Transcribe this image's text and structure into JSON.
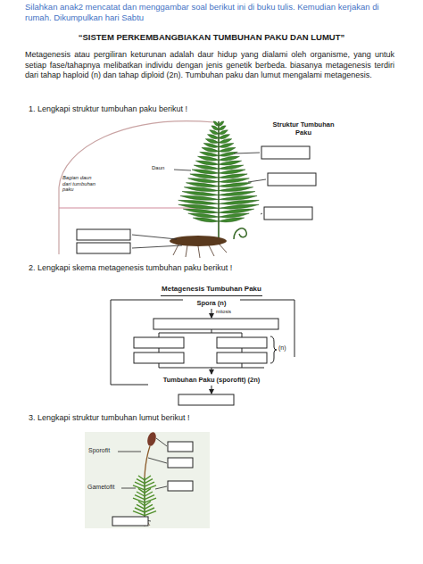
{
  "diagram": {
    "title": "“SISTEM PERKEMBANGBIAKAN TUMBUHAN PAKU DAN LUMUT”",
    "labels": [
      "Silahkan anak2 mencatat dan menggambar soal berikut ini di buku tulis. Kemudian kerjakan di rumah. Dikumpulkan hari Sabtu",
      "Metagenesis atau pergiliran keturunan adalah daur hidup yang dialami oleh organisme, yang untuk setiap fase/tahapnya melibatkan individu dengan jenis genetik berbeda. biasanya metagenesis terdiri dari tahap haploid (n) dan tahap diploid (2n). Tumbuhan paku dan lumut mengalami metagenesis.",
      "1. Lengkapi struktur tumbuhan paku berikut !",
      "Struktur Tumbuhan Paku",
      "Daun",
      "Bagian daun dari tumbuhan paku",
      "2. Lengkapi skema metagenesis tumbuhan paku berikut !",
      "Metagenesis Tumbuhan Paku",
      "Spora (n)",
      "mitosis",
      "(n)",
      "Tumbuhan Paku (sporofit) (2n)",
      "3. Lengkapi struktur tumbuhan lumut berikut !",
      "Sporofit",
      "Gametofit"
    ]
  }
}
